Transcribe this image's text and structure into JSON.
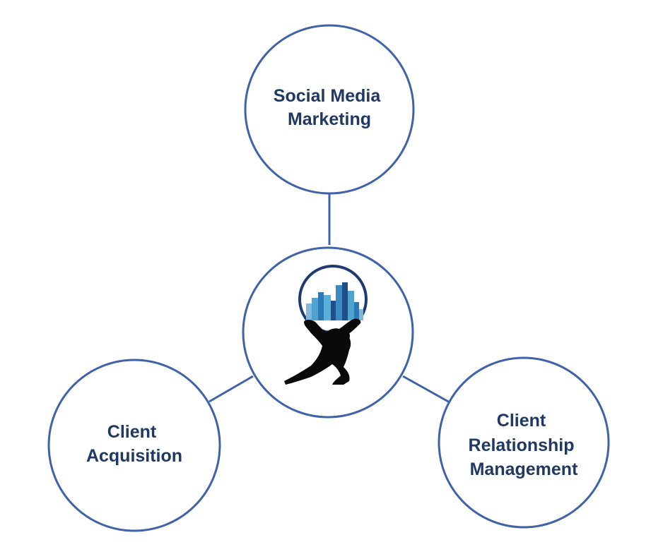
{
  "colors": {
    "circle_stroke": "#3f62a8",
    "label_text": "#1f3864",
    "background": "#ffffff",
    "logo_ring": "#1f3a6e",
    "logo_buildings_light": "#4fa3d1",
    "logo_buildings_dark": "#1e4f8a",
    "figure": "#0a0a0a"
  },
  "center": {
    "logo": "atlas-figure-holding-city-globe"
  },
  "nodes": {
    "top": {
      "label_line1": "Social Media",
      "label_line2": "Marketing"
    },
    "left": {
      "label_line1": "Client",
      "label_line2": "Acquisition"
    },
    "right": {
      "label_line1": "Client",
      "label_line2": "Relationship",
      "label_line3": "Management"
    }
  }
}
